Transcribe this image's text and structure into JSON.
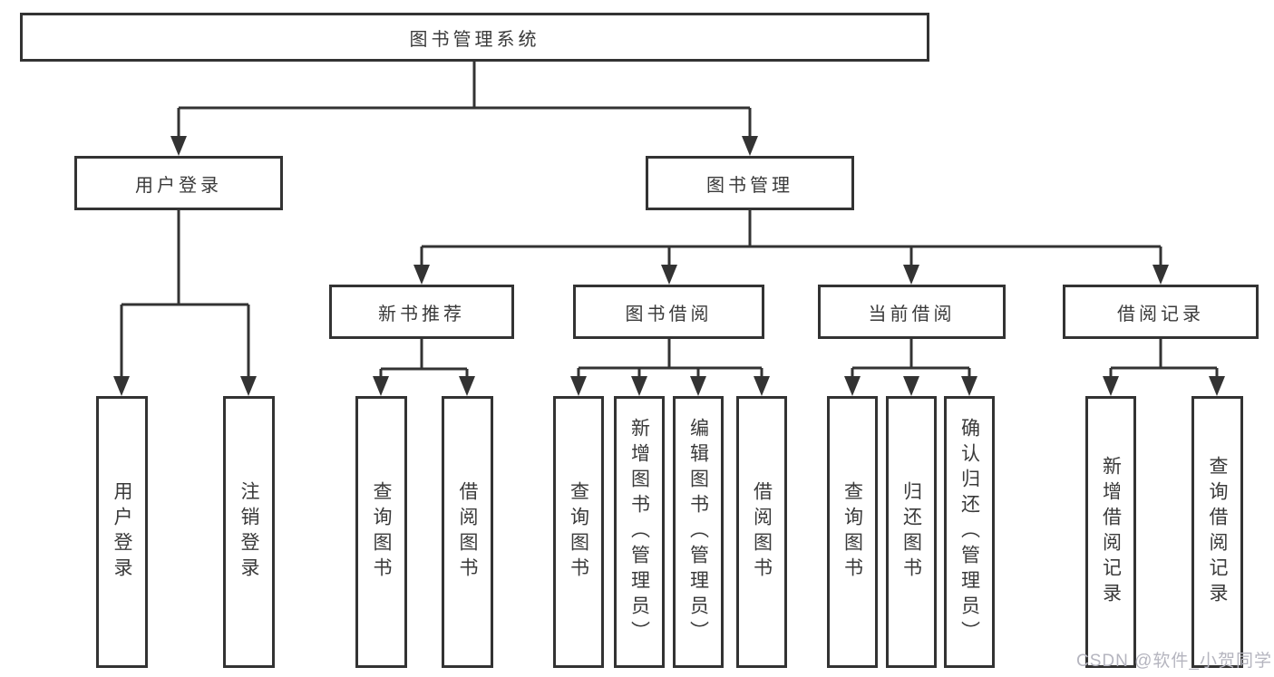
{
  "tree": {
    "label": "图书管理系统",
    "children": [
      {
        "label": "用户登录",
        "children": [
          {
            "label": "用户登录"
          },
          {
            "label": "注销登录"
          }
        ]
      },
      {
        "label": "图书管理",
        "children": [
          {
            "label": "新书推荐",
            "children": [
              {
                "label": "查询图书"
              },
              {
                "label": "借阅图书"
              }
            ]
          },
          {
            "label": "图书借阅",
            "children": [
              {
                "label": "查询图书"
              },
              {
                "label": "新增图书（管理员）"
              },
              {
                "label": "编辑图书（管理员）"
              },
              {
                "label": "借阅图书"
              }
            ]
          },
          {
            "label": "当前借阅",
            "children": [
              {
                "label": "查询图书"
              },
              {
                "label": "归还图书"
              },
              {
                "label": "确认归还（管理员）"
              }
            ]
          },
          {
            "label": "借阅记录",
            "children": [
              {
                "label": "新增借阅记录"
              },
              {
                "label": "查询借阅记录"
              }
            ]
          }
        ]
      }
    ]
  },
  "watermark": "CSDN @软件_小贺同学",
  "colors": {
    "line": "#333333",
    "text": "#3a3a3a",
    "watermark": "#b5b5bf",
    "background": "#ffffff"
  }
}
